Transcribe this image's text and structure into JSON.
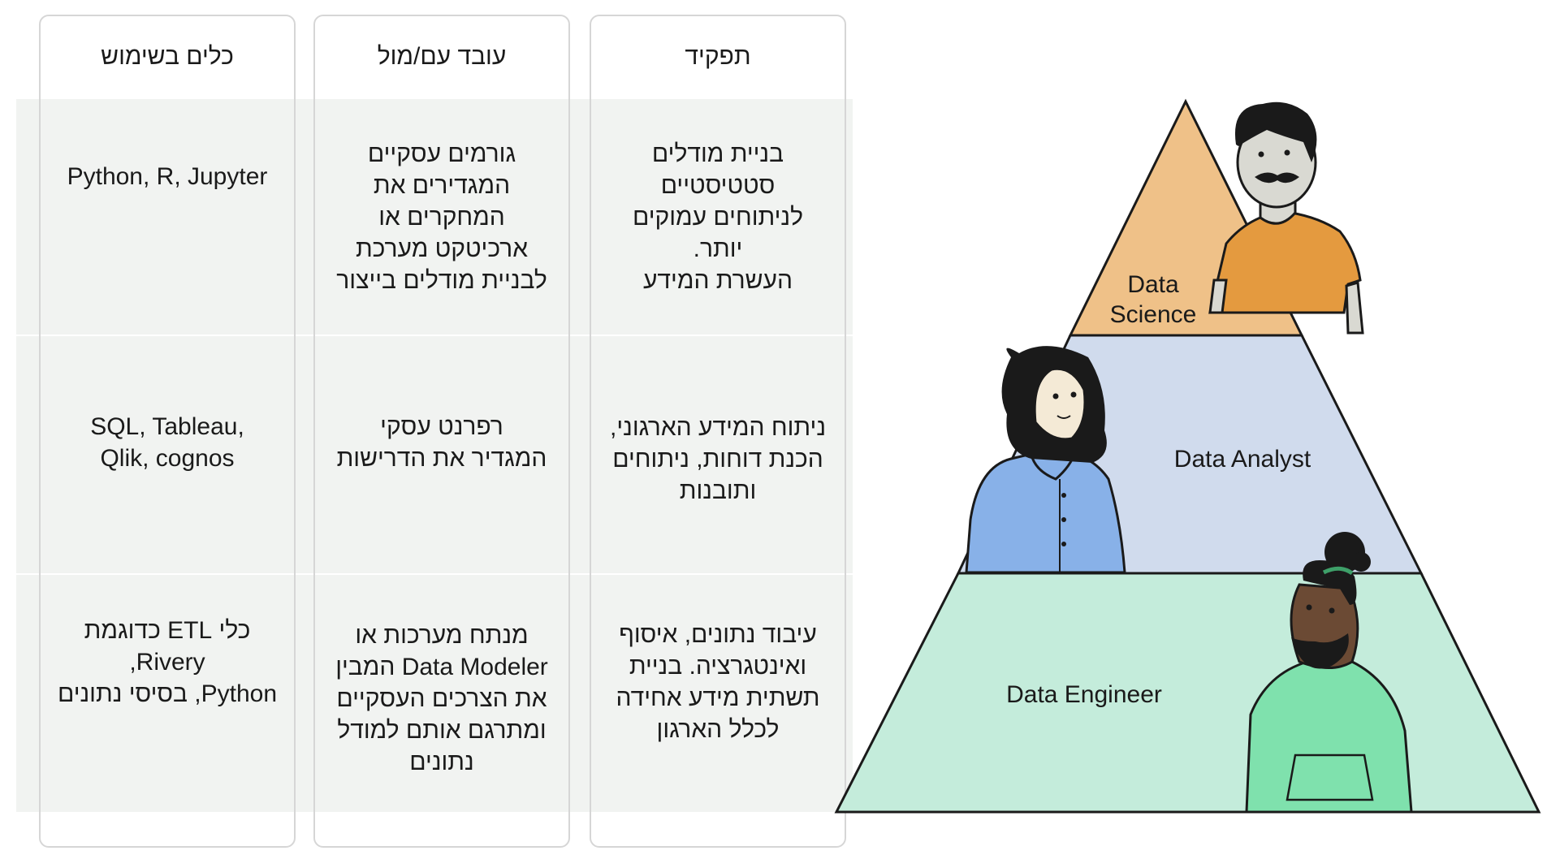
{
  "headers": {
    "role": "תפקיד",
    "works_with": "עובד עם/מול",
    "tools": "כלים בשימוש"
  },
  "rows": [
    {
      "level": "Data Science",
      "role": "בניית מודלים\nסטטיסטיים\nלניתוחים עמוקים\nיותר.\nהעשרת המידע",
      "works_with": "גורמים עסקיים\nהמגדירים את\nהמחקרים או\nארכיטקט מערכת\nלבניית מודלים בייצור",
      "tools": "Python, R, Jupyter"
    },
    {
      "level": "Data Analyst",
      "role": "ניתוח המידע הארגוני,\nהכנת דוחות, ניתוחים\nותובנות",
      "works_with": "רפרנט עסקי\nהמגדיר את הדרישות",
      "tools": "SQL, Tableau,\nQlik, cognos"
    },
    {
      "level": "Data Engineer",
      "role": "עיבוד נתונים, איסוף\nואינטגרציה. בניית\nתשתית מידע אחידה\nלכלל הארגון",
      "works_with": "מנתח מערכות או\nData Modeler המבין\nאת הצרכים העסקיים\nומתרגם אותם למודל\nנתונים",
      "tools": "כלי ETL כדוגמת\nRivery,\nPython, בסיסי נתונים"
    }
  ],
  "pyramid": {
    "top_label_line1": "Data",
    "top_label_line2": "Science",
    "middle_label": "Data Analyst",
    "bottom_label": "Data Engineer"
  },
  "colors": {
    "science": "#efc188",
    "analyst": "#d0dbed",
    "engineer": "#c4ecdb",
    "band": "#f1f3f1",
    "outline": "#1a1a1a"
  }
}
